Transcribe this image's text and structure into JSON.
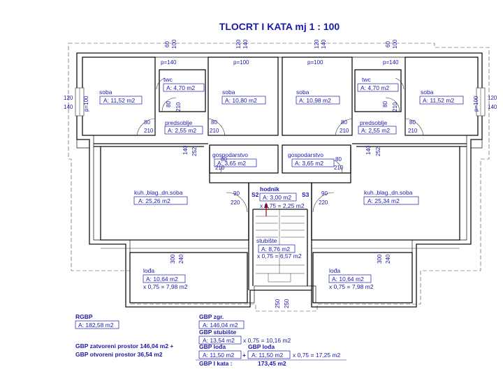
{
  "title": "TLOCRT I KATA    mj 1 : 100",
  "rooms": [
    {
      "name": "soba",
      "area": "A: 11,52 m2"
    },
    {
      "name": "twc",
      "area": "A: 4,70 m2"
    },
    {
      "name": "soba",
      "area": "A: 10,80 m2"
    },
    {
      "name": "soba",
      "area": "A: 10,98 m2"
    },
    {
      "name": "twc",
      "area": "A: 4,70 m2"
    },
    {
      "name": "soba",
      "area": "A: 11,52 m2"
    },
    {
      "name": "predsoblje",
      "area": "A: 2,55 m2"
    },
    {
      "name": "predsoblje",
      "area": "A: 2,55 m2"
    },
    {
      "name": "gospodarstvo",
      "area": "A: 3,65 m2"
    },
    {
      "name": "gospodarstvo",
      "area": "A: 3,65 m2"
    },
    {
      "name": "kuh.,blag.,dn.soba",
      "area": "A: 25,26 m2"
    },
    {
      "name": "kuh.,blag.,dn.soba",
      "area": "A: 25,34 m2"
    },
    {
      "name": "hodnik",
      "area": "A: 3,00 m2",
      "factor": "x 0,75 = 2,25 m2"
    },
    {
      "name": "stubište",
      "area": "A: 8,76 m2",
      "factor": "x 0,75 = 6,57 m2"
    },
    {
      "name": "lođa",
      "area": "A: 10,64 m2",
      "factor": "x 0,75 = 7,98 m2"
    },
    {
      "name": "lođa",
      "area": "A: 10,64 m2",
      "factor": "x 0,75 = 7,98 m2"
    }
  ],
  "labels": {
    "s2": "S2",
    "s3": "S3"
  },
  "dims": {
    "top": [
      "60",
      "100",
      "120",
      "140",
      "120",
      "140",
      "60",
      "100"
    ],
    "sides_left": [
      "120",
      "140",
      "p=100"
    ],
    "sides_right": [
      "120",
      "140",
      "p=100"
    ],
    "p140": "p=140",
    "p100": "p=100",
    "d80": "80",
    "d210": "210",
    "d140": "140",
    "d252": "252",
    "d90": "90",
    "d220": "220",
    "d300": "300",
    "d240": "240",
    "d250": "250"
  },
  "summary": {
    "rgbp_label": "RGBP",
    "rgbp_value": "A: 182,58 m2",
    "zatvoreni": "GBP zatvoreni prostor 146,04 m2 +",
    "otvoreni": "GBP otvoreni prostor 36,54 m2",
    "gbp_zgr_label": "GBP zgr.",
    "gbp_zgr_value": "A: 146,04 m2",
    "gbp_stub_label": "GBP stubište",
    "gbp_stub_value": "A: 13,54 m2",
    "gbp_stub_factor": "x 0,75 = 10,16 m2",
    "gbp_loda_label": "GBP lođa",
    "gbp_loda_value_1": "A: 11,50 m2",
    "plus": "+",
    "gbp_loda_label_2": "GBP lođa",
    "gbp_loda_value_2": "A: 11,50 m2",
    "gbp_loda_factor": "x 0,75 = 17,25 m2",
    "gbp_kata_label": "GBP I kata :",
    "gbp_kata_value": "173,45 m2"
  }
}
